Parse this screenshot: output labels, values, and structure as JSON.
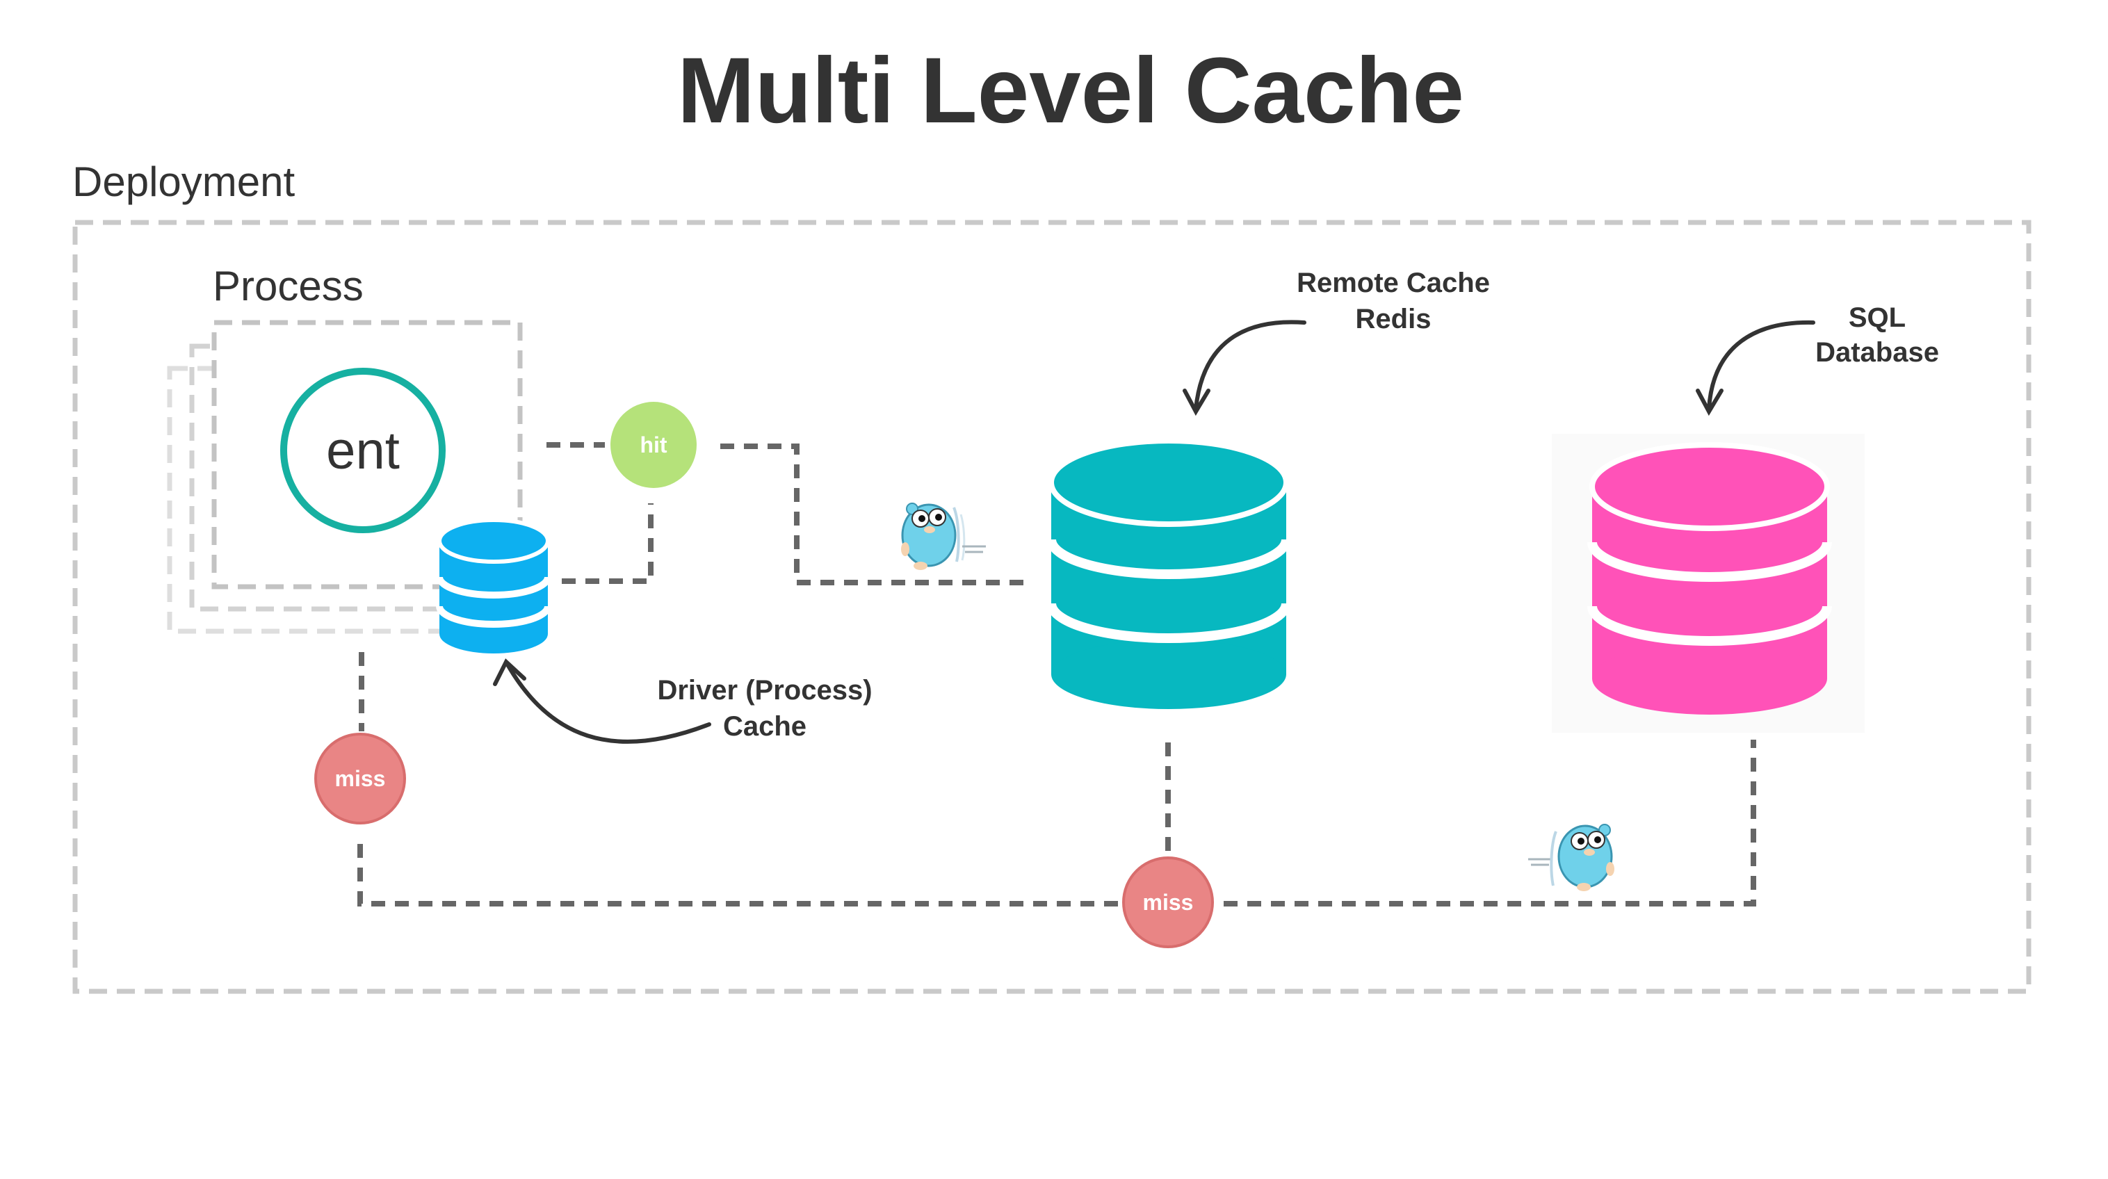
{
  "title": "Multi Level Cache",
  "deployment_label": "Deployment",
  "process_label": "Process",
  "ent_label": "ent",
  "hit_label": "hit",
  "miss_left_label": "miss",
  "miss_bottom_label": "miss",
  "driver_cache_label": {
    "line1": "Driver (Process)",
    "line2": "Cache"
  },
  "remote_cache_label": {
    "line1": "Remote Cache",
    "line2": "Redis"
  },
  "sql_label": {
    "line1": "SQL",
    "line2": "Database"
  },
  "colors": {
    "ent_ring": "#16b0a1",
    "hit": "#b5e27a",
    "miss": "#e98585",
    "driver_cache": "#0db0f0",
    "redis": "#07b8c0",
    "sql": "#ff52b8",
    "dashed_border": "#c9c9c9",
    "connector": "#666666"
  }
}
